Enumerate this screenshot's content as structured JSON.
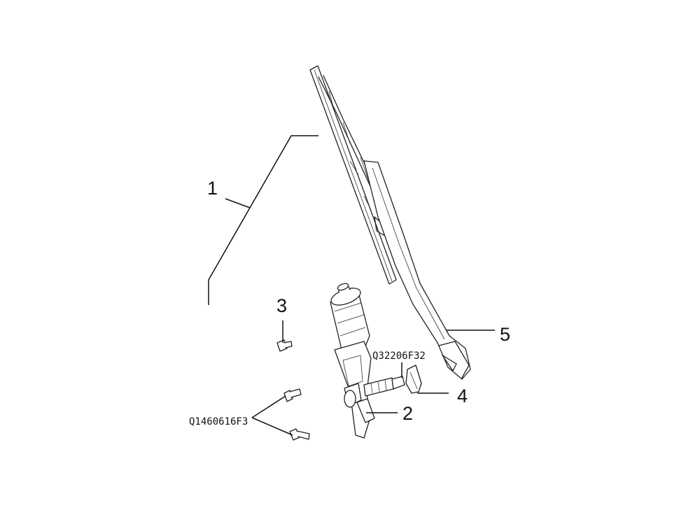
{
  "callouts": {
    "c1": "1",
    "c2": "2",
    "c3": "3",
    "c4": "4",
    "c5": "5"
  },
  "part_numbers": {
    "nut": "Q32206F32",
    "bolts": "Q1460616F3"
  },
  "colors": {
    "line": "#222222",
    "background": "#ffffff"
  }
}
